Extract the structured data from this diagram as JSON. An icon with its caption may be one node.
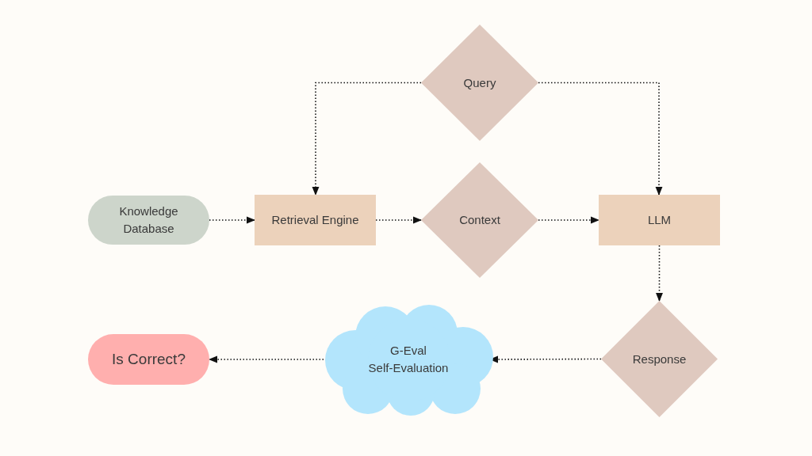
{
  "diagram": {
    "nodes": [
      {
        "text": [
          "Query"
        ]
      },
      {
        "text": [
          "Knowledge Database"
        ]
      },
      {
        "text": [
          "Retrieval Engine"
        ]
      },
      {
        "text": [
          "Context"
        ]
      },
      {
        "text": [
          "LLM"
        ]
      },
      {
        "text": [
          "Response"
        ]
      },
      {
        "text": [
          "G-Eval",
          "Self-Evaluation"
        ]
      },
      {
        "text": [
          "Is Correct?"
        ]
      }
    ],
    "edges": [
      {
        "from": 0,
        "to": 2,
        "arrow": "to"
      },
      {
        "from": 0,
        "to": 4,
        "arrow": "to"
      },
      {
        "from": 1,
        "to": 2,
        "arrow": "to"
      },
      {
        "from": 2,
        "to": 3,
        "arrow": "to"
      },
      {
        "from": 3,
        "to": 4,
        "arrow": "to"
      },
      {
        "from": 4,
        "to": 5,
        "arrow": "to"
      },
      {
        "from": 5,
        "to": 6,
        "arrow": "to"
      },
      {
        "from": 6,
        "to": 7,
        "arrow": "to"
      }
    ]
  }
}
